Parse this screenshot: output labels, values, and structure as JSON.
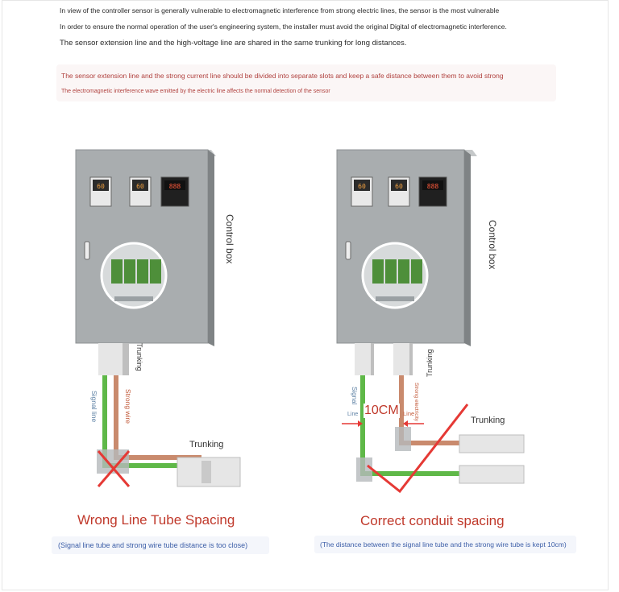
{
  "intro": {
    "line1": "In view of the controller sensor is generally vulnerable to electromagnetic interference from strong electric lines, the sensor is the most vulnerable",
    "line2": "In order to ensure the normal operation of the user's engineering system, the installer must avoid the original Digital of electromagnetic interference.",
    "line3": "The sensor extension line and the high-voltage line are shared in the same trunking for long distances."
  },
  "warning": {
    "line1": "The sensor extension line and the strong current line should be divided into separate slots and keep a safe distance between them to avoid strong",
    "line2": "The electromagnetic interference wave emitted by the electric line affects the normal detection of the sensor"
  },
  "left_scene": {
    "box_label": "Control box",
    "trunking_top": "Trunking",
    "trunking_side": "Trunking",
    "signal_label": "Signal line",
    "strong_label": "Strong wire",
    "title": "Wrong Line Tube Spacing",
    "subtitle": "(Signal line tube and strong wire tube distance is too close)"
  },
  "right_scene": {
    "box_label": "Control box",
    "trunking_top": "Trunking",
    "trunking_side": "Trunking",
    "signal_label": "Signal",
    "signal_line_word": "Line",
    "strong_label": "Strong electricity",
    "strong_line_word": "Line",
    "distance": "10CM",
    "title": "Correct conduit spacing",
    "subtitle": "(The distance between the signal line tube and the strong wire tube is kept 10cm)"
  },
  "controller": {
    "display1": "60",
    "display2": "60",
    "display3": "888"
  },
  "colors": {
    "cabinet": "#a9adaf",
    "signal_wire": "#5fb848",
    "strong_wire": "#c98a6d",
    "cross": "#e53935",
    "check": "#e53935",
    "accent": "#c0392b"
  }
}
